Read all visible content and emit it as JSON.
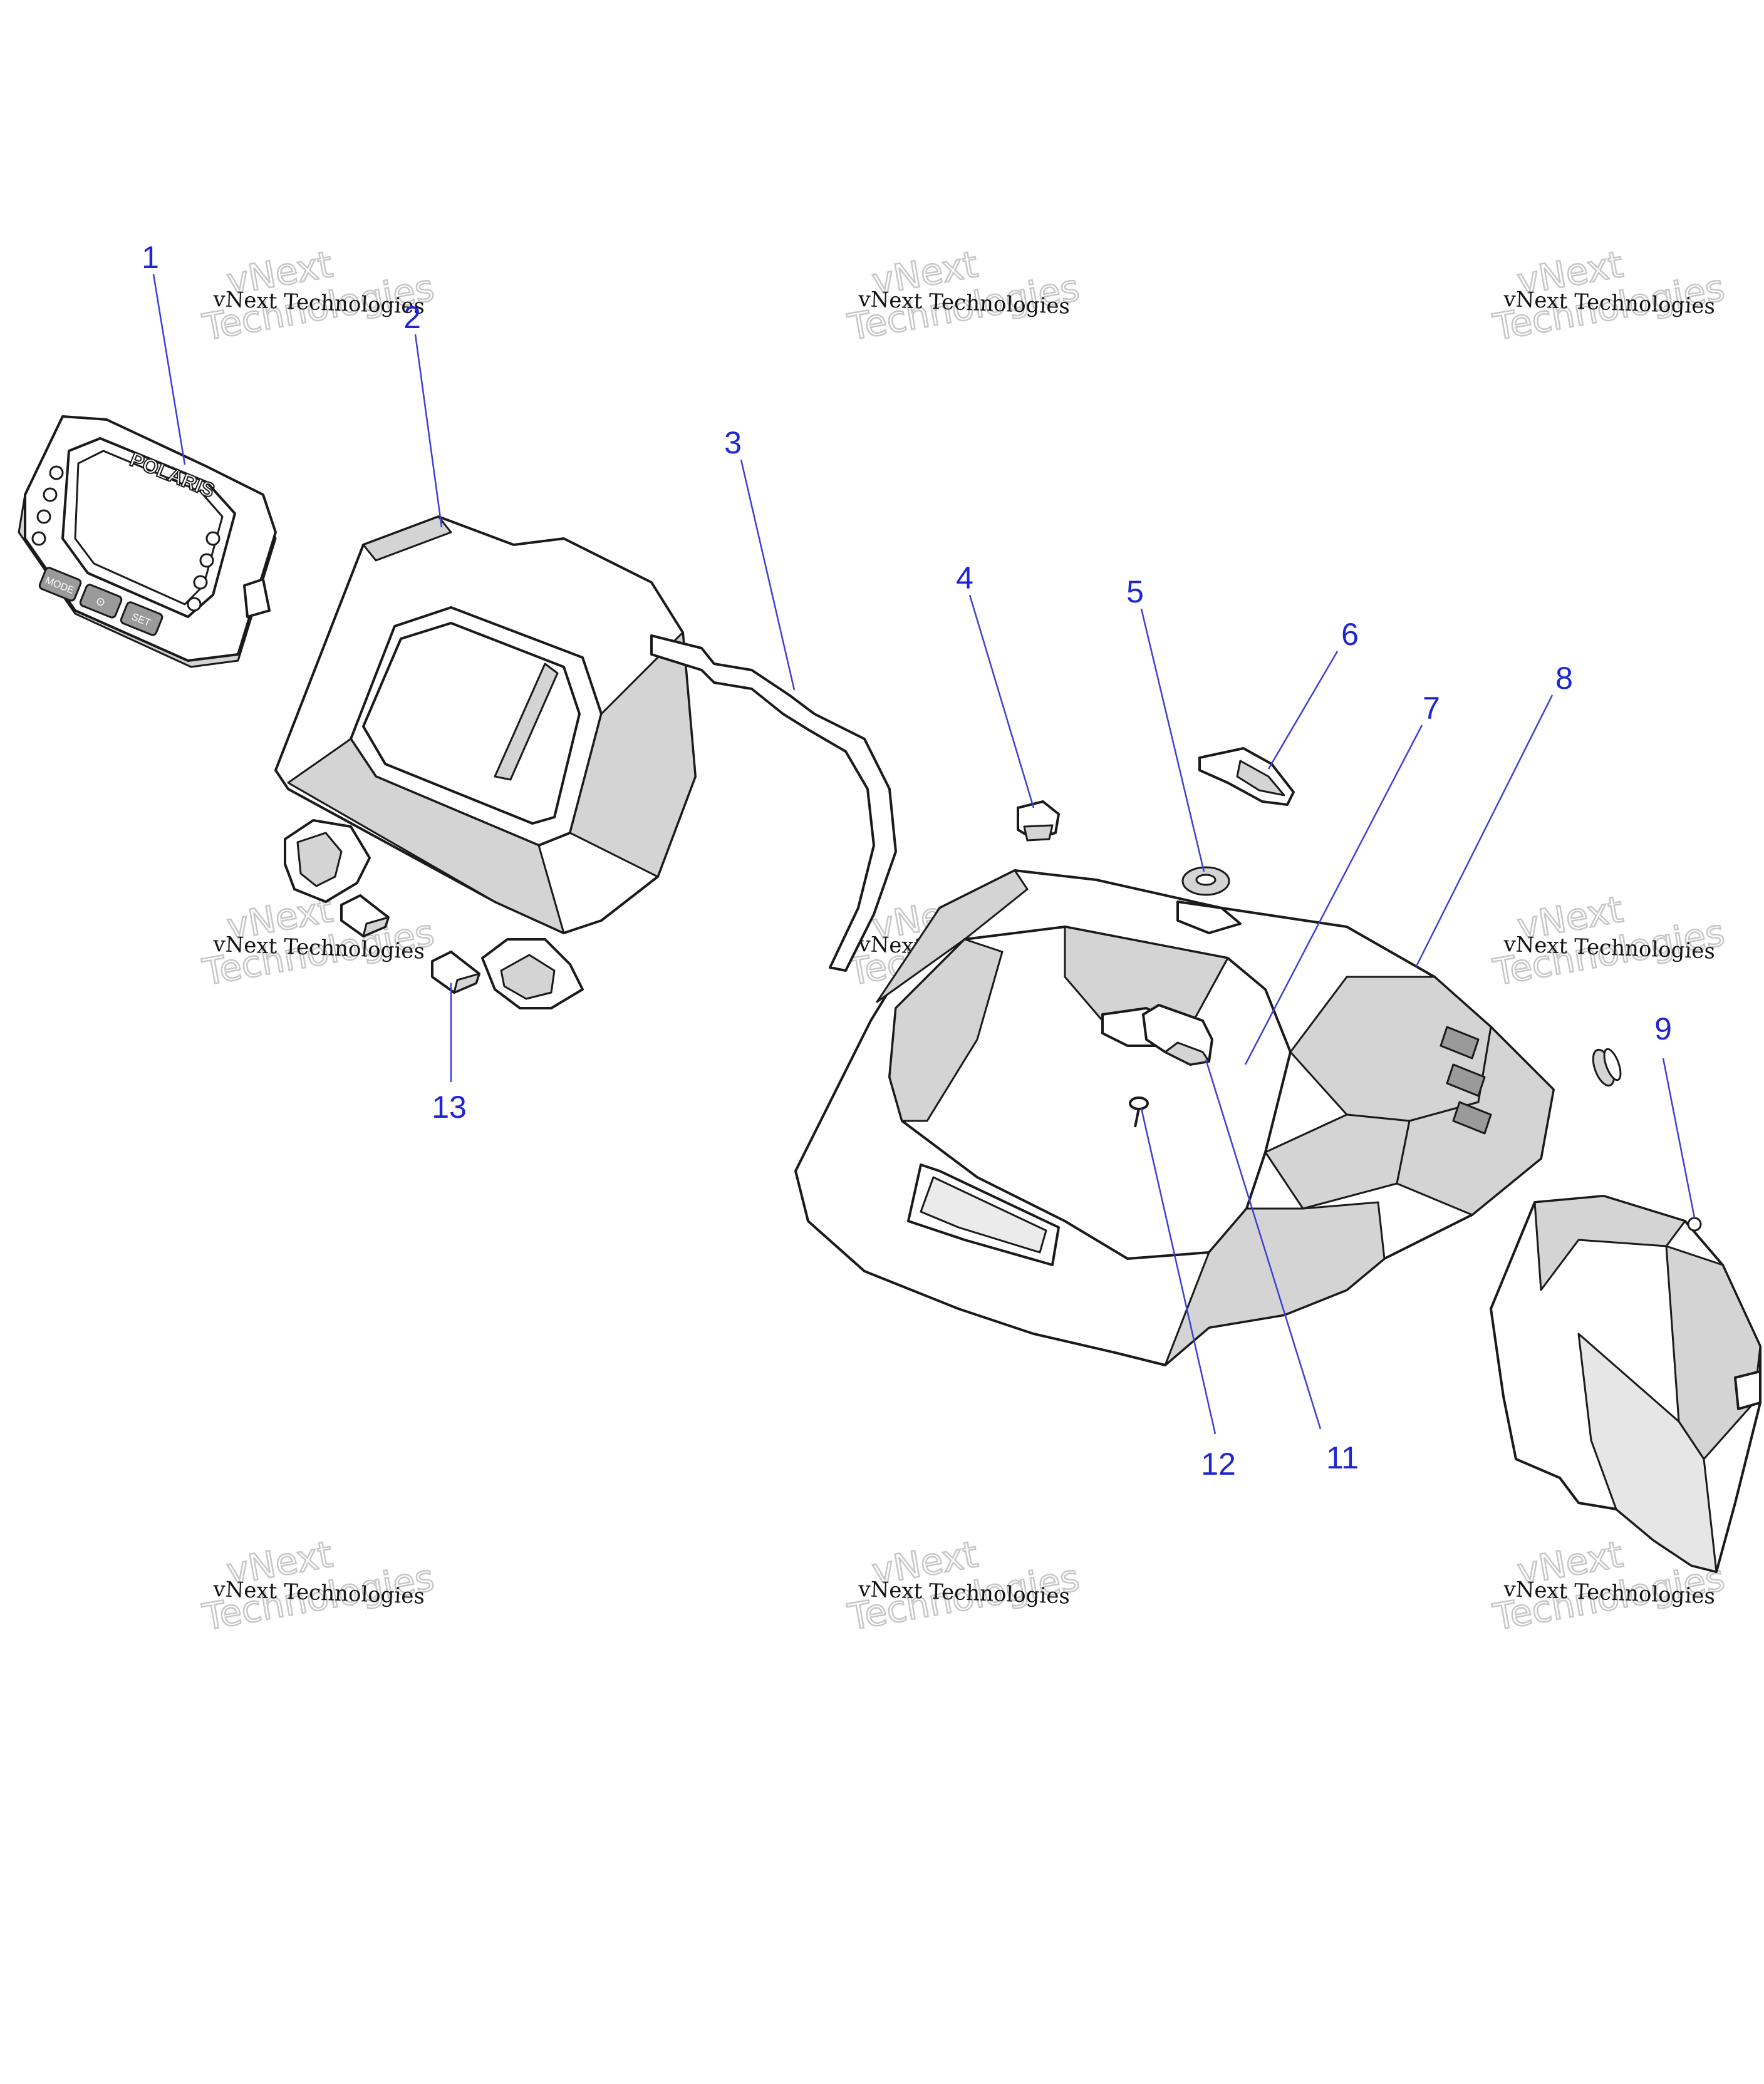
{
  "callouts": [
    {
      "id": 1,
      "label": "1"
    },
    {
      "id": 2,
      "label": "2"
    },
    {
      "id": 3,
      "label": "3"
    },
    {
      "id": 4,
      "label": "4"
    },
    {
      "id": 5,
      "label": "5"
    },
    {
      "id": 6,
      "label": "6"
    },
    {
      "id": 7,
      "label": "7"
    },
    {
      "id": 8,
      "label": "8"
    },
    {
      "id": 9,
      "label": "9"
    },
    {
      "id": 11,
      "label": "11"
    },
    {
      "id": 12,
      "label": "12"
    },
    {
      "id": 13,
      "label": "13"
    }
  ],
  "gauge_brand": "POLARIS",
  "gauge_buttons": [
    "MODE",
    "⊙",
    "SET"
  ],
  "watermark": {
    "line1": "vNext Technologies",
    "line2a": "vNext",
    "line2b": "Technologies"
  },
  "colors": {
    "callout": "#1f24d6",
    "line": "#1a1a1a",
    "shade": "#d4d4d4"
  }
}
